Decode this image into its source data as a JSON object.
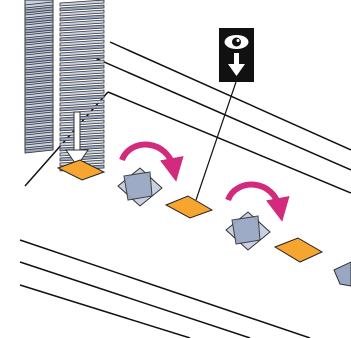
{
  "diagram": {
    "description_label": "",
    "callout": {
      "icon": "eye-with-down-arrow-icon"
    },
    "colors": {
      "pad": "#f7a531",
      "plate": "#9aa7c4",
      "plate_light": "#c9d0e2",
      "rotate_arrow": "#d22a7d",
      "callout_bg": "#111111",
      "line": "#111111"
    },
    "steps": [
      {
        "id": "stack-drop",
        "icon": "down-arrow-icon"
      },
      {
        "id": "rotate-1",
        "icon": "rotate-clockwise-icon"
      },
      {
        "id": "inspect",
        "icon": "eye-icon"
      },
      {
        "id": "rotate-2",
        "icon": "rotate-clockwise-icon"
      }
    ]
  }
}
